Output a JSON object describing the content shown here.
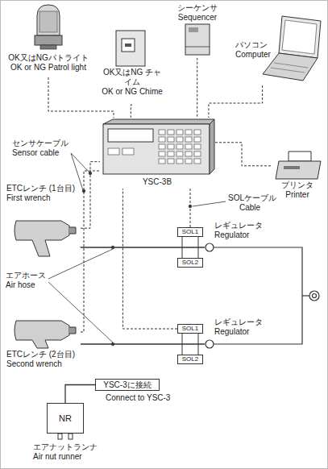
{
  "diagram": {
    "nodes": [
      {
        "text": [
          "OK又はNGパトライト",
          "OK or NG Patrol light"
        ]
      },
      {
        "text": [
          "OK又はNG チャイム",
          "OK or NG Chime"
        ]
      },
      {
        "text": [
          "シーケンサ",
          "Sequencer"
        ]
      },
      {
        "text": [
          "パソコン",
          "Computer"
        ]
      },
      {
        "text": [
          "YSC-3B"
        ]
      },
      {
        "text": [
          "プリンタ",
          "Printer"
        ]
      },
      {
        "text": [
          "ETCレンチ (1台目)",
          "First wrench"
        ]
      },
      {
        "text": [
          "SOL1"
        ]
      },
      {
        "text": [
          "SOL2"
        ]
      },
      {
        "text": [
          "レギュレータ",
          "Regulator"
        ]
      },
      {
        "text": [
          "ETCレンチ (2台目)",
          "Second wrench"
        ]
      },
      {
        "text": [
          "SOL1"
        ]
      },
      {
        "text": [
          "SOL2"
        ]
      },
      {
        "text": [
          "レギュレータ",
          "Regulator"
        ]
      },
      {
        "text": [
          "YSC-3に接続"
        ]
      },
      {
        "text": [
          "NR"
        ]
      }
    ],
    "edges": [
      {
        "from": 0,
        "to": 4,
        "arrow": "none"
      },
      {
        "from": 1,
        "to": 4,
        "arrow": "none"
      },
      {
        "from": 2,
        "to": 4,
        "arrow": "none"
      },
      {
        "from": 3,
        "to": 4,
        "arrow": "none"
      },
      {
        "from": 5,
        "to": 4,
        "arrow": "none"
      },
      {
        "from": 6,
        "to": 4,
        "arrow": "none"
      },
      {
        "from": 10,
        "to": 4,
        "arrow": "none"
      },
      {
        "from": 7,
        "to": 4,
        "arrow": "none"
      },
      {
        "from": 11,
        "to": 4,
        "arrow": "none"
      },
      {
        "from": 14,
        "to": 15,
        "arrow": "none"
      },
      {
        "from": 6,
        "to": 9,
        "arrow": "none"
      },
      {
        "from": 10,
        "to": 13,
        "arrow": "none"
      }
    ],
    "labels": [
      "センサケーブル",
      "Sensor cable",
      "SOLケーブル",
      "Cable",
      "エアホース",
      "Air hose",
      "Connect to YSC-3",
      "エアナットランナ",
      "Air nut runner"
    ]
  }
}
